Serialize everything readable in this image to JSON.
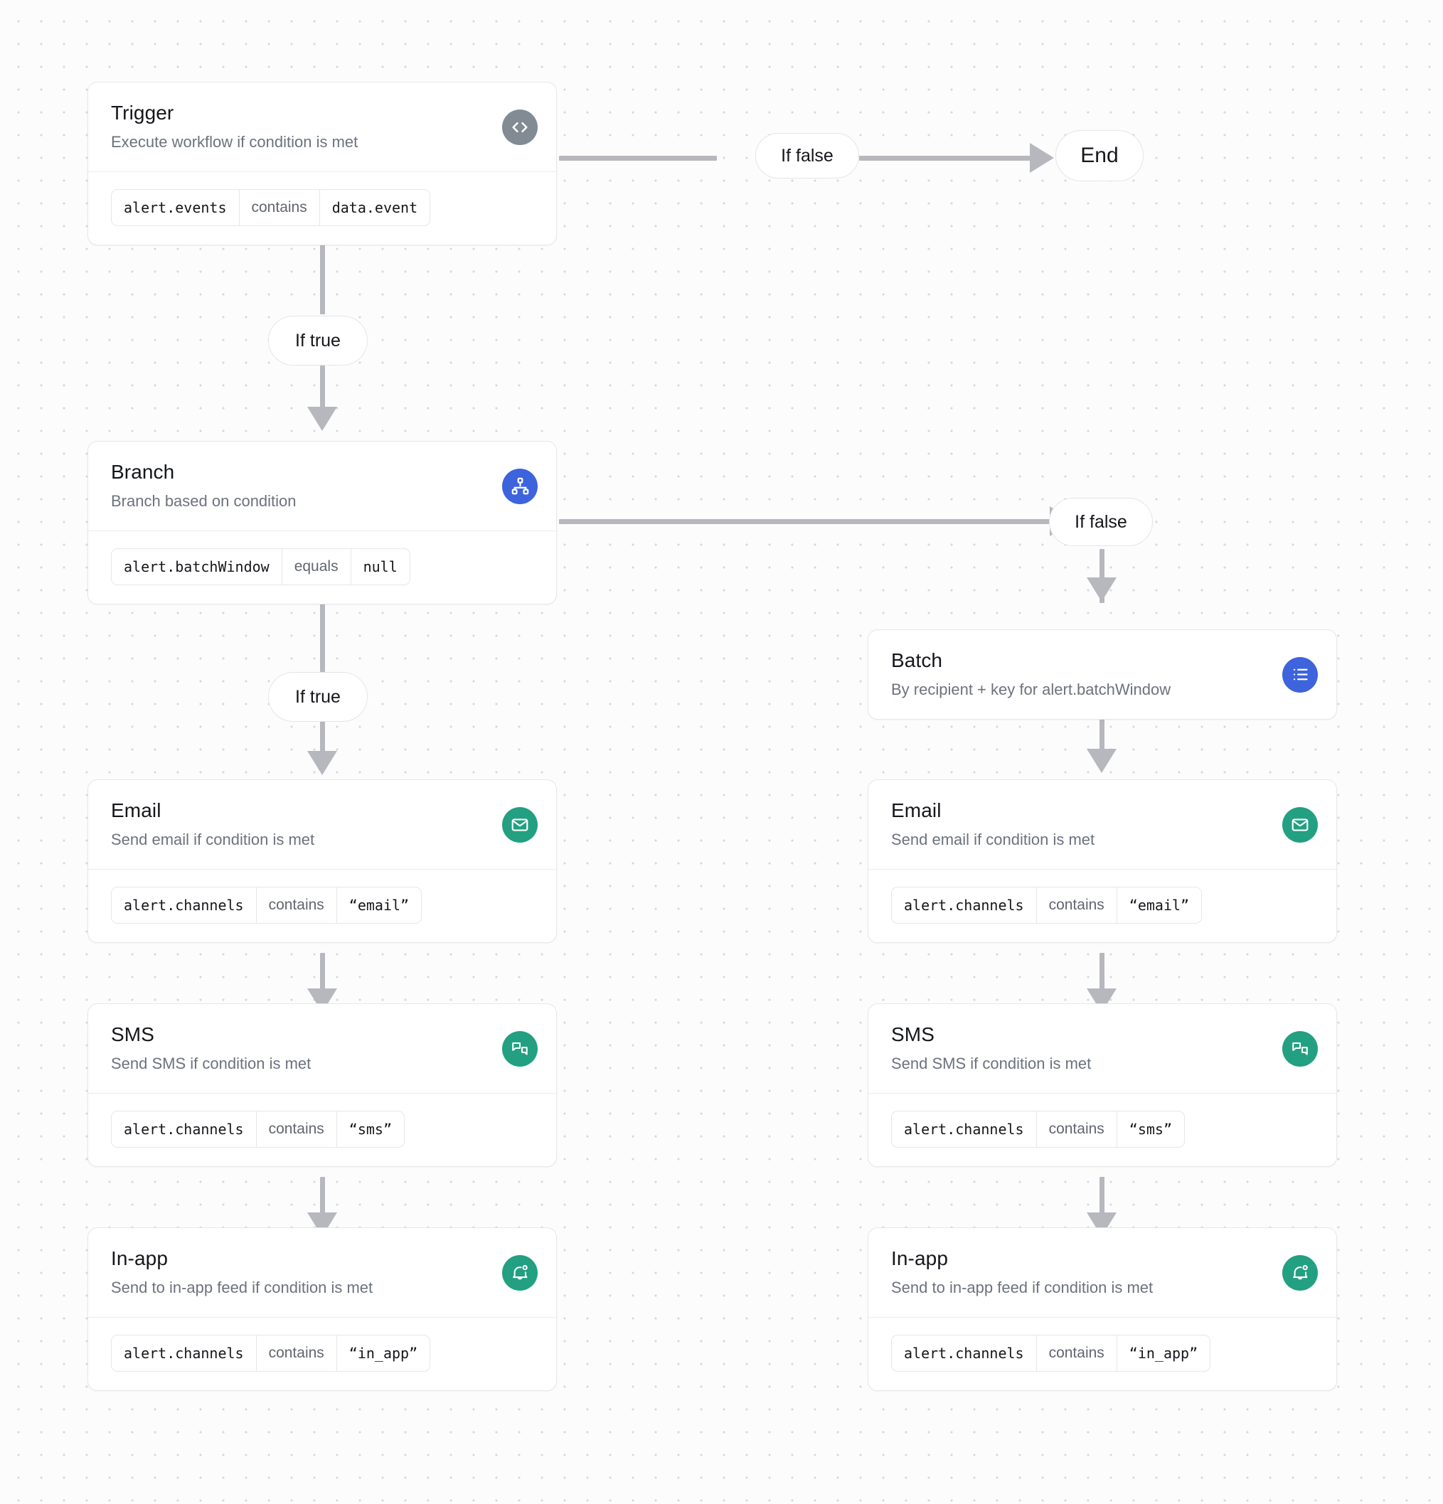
{
  "canvas": {
    "background_color": "#fcfcfd",
    "dot_color": "#d7d9de",
    "edge_color": "#b6b8bd"
  },
  "palette": {
    "trigger_gray": "#828a94",
    "branch_blue": "#3d63dd",
    "batch_blue": "#3d63dd",
    "channel_teal": "#23a081",
    "card_border": "#e6e7ea",
    "title_color": "#14161a",
    "subtitle_color": "#6c727d"
  },
  "nodes": {
    "trigger": {
      "title": "Trigger",
      "subtitle": "Execute workflow if condition is met",
      "icon": "code-icon",
      "icon_color": "#828a94",
      "condition": {
        "field": "alert.events",
        "operator": "contains",
        "value": "data.event"
      }
    },
    "branch": {
      "title": "Branch",
      "subtitle": "Branch based on condition",
      "icon": "sitemap-icon",
      "icon_color": "#3d63dd",
      "condition": {
        "field": "alert.batchWindow",
        "operator": "equals",
        "value": "null"
      }
    },
    "batch": {
      "title": "Batch",
      "subtitle": "By recipient + key for alert.batchWindow",
      "icon": "list-icon",
      "icon_color": "#3d63dd"
    },
    "email_left": {
      "title": "Email",
      "subtitle": "Send email if condition is met",
      "icon": "envelope-icon",
      "icon_color": "#23a081",
      "condition": {
        "field": "alert.channels",
        "operator": "contains",
        "value": "“email”"
      }
    },
    "sms_left": {
      "title": "SMS",
      "subtitle": "Send SMS if condition is met",
      "icon": "chat-bubbles-icon",
      "icon_color": "#23a081",
      "condition": {
        "field": "alert.channels",
        "operator": "contains",
        "value": "“sms”"
      }
    },
    "inapp_left": {
      "title": "In-app",
      "subtitle": "Send to in-app feed if condition is met",
      "icon": "bell-dot-icon",
      "icon_color": "#23a081",
      "condition": {
        "field": "alert.channels",
        "operator": "contains",
        "value": "“in_app”"
      }
    },
    "email_right": {
      "title": "Email",
      "subtitle": "Send email if condition is met",
      "icon": "envelope-icon",
      "icon_color": "#23a081",
      "condition": {
        "field": "alert.channels",
        "operator": "contains",
        "value": "“email”"
      }
    },
    "sms_right": {
      "title": "SMS",
      "subtitle": "Send SMS if condition is met",
      "icon": "chat-bubbles-icon",
      "icon_color": "#23a081",
      "condition": {
        "field": "alert.channels",
        "operator": "contains",
        "value": "“sms”"
      }
    },
    "inapp_right": {
      "title": "In-app",
      "subtitle": "Send to in-app feed if condition is met",
      "icon": "bell-dot-icon",
      "icon_color": "#23a081",
      "condition": {
        "field": "alert.channels",
        "operator": "contains",
        "value": "“in_app”"
      }
    },
    "end": {
      "label": "End"
    }
  },
  "edges": {
    "trigger_false": {
      "label": "If false"
    },
    "trigger_true": {
      "label": "If true"
    },
    "branch_false": {
      "label": "If false"
    },
    "branch_true": {
      "label": "If true"
    }
  }
}
